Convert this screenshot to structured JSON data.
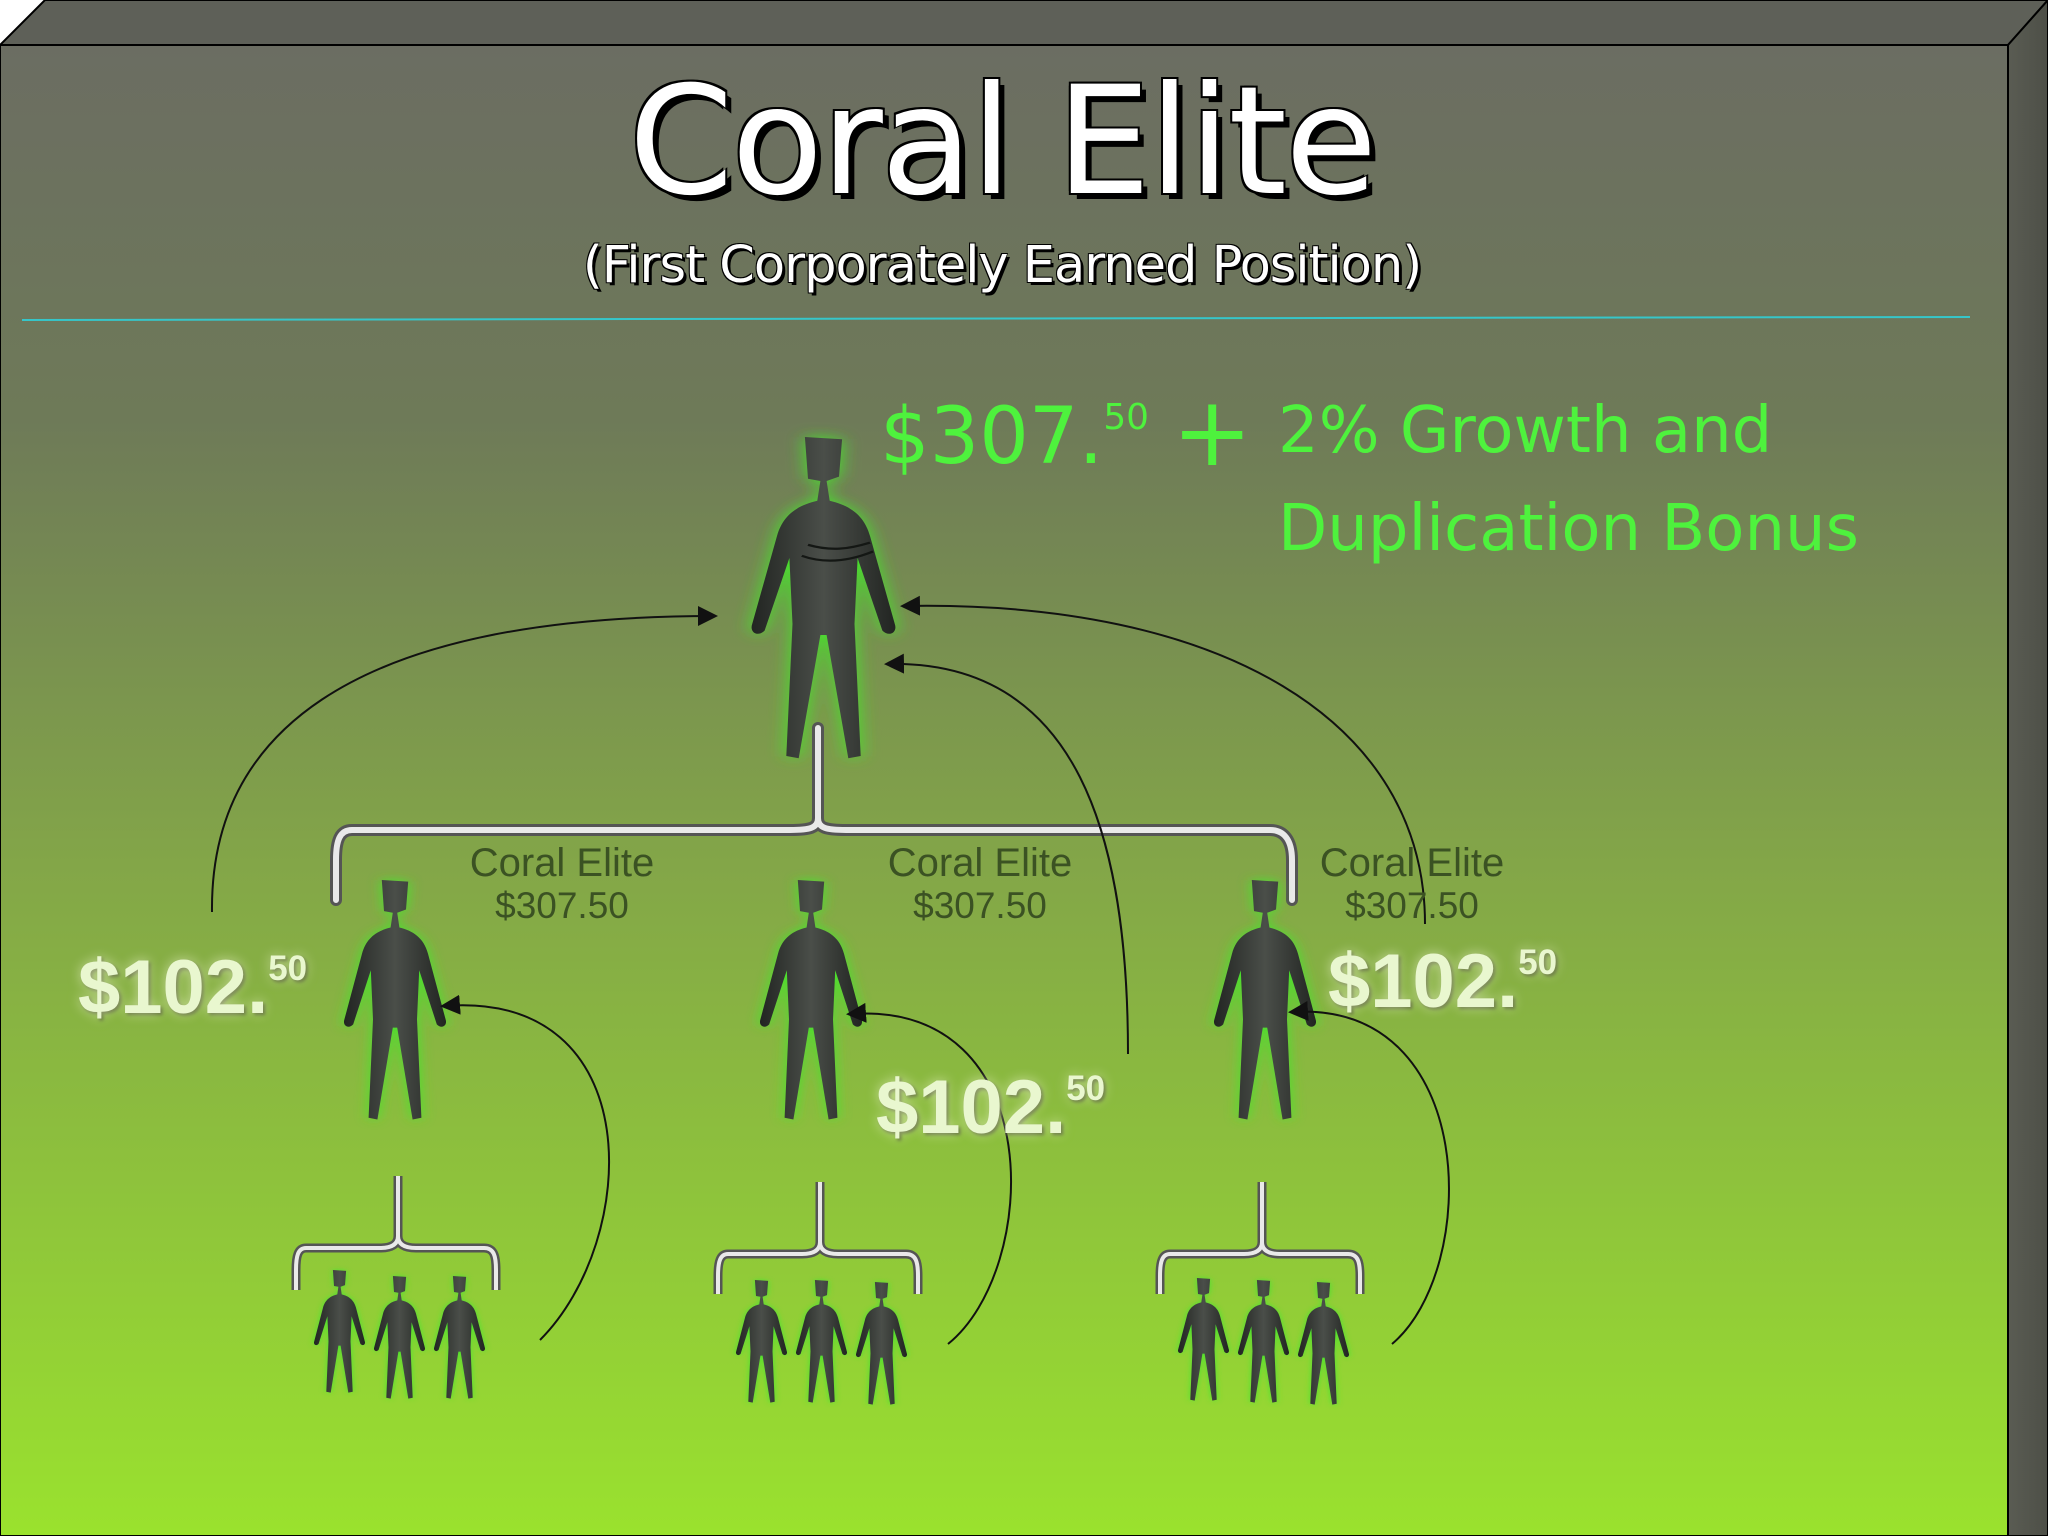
{
  "title": "Coral Elite",
  "subtitle": "(First Corporately Earned Position)",
  "top_amount": {
    "main": "$307.",
    "cents": "50"
  },
  "plus_sign": "+",
  "bonus_text": "2% Growth and Duplication Bonus",
  "nodes": [
    {
      "label": "Coral Elite",
      "amount": "$307.50"
    },
    {
      "label": "Coral Elite",
      "amount": "$307.50"
    },
    {
      "label": "Coral Elite",
      "amount": "$307.50"
    }
  ],
  "payouts": [
    {
      "main": "$102.",
      "cents": "50"
    },
    {
      "main": "$102.",
      "cents": "50"
    },
    {
      "main": "$102.",
      "cents": "50"
    }
  ],
  "colors": {
    "background_top": "#6b6d62",
    "background_bottom": "#9ae22e",
    "bonus_green": "#4ef23d",
    "figure_fill": "#2b2f2a",
    "figure_glow": "#3cd51f",
    "rule_line": "#36c6c9"
  }
}
